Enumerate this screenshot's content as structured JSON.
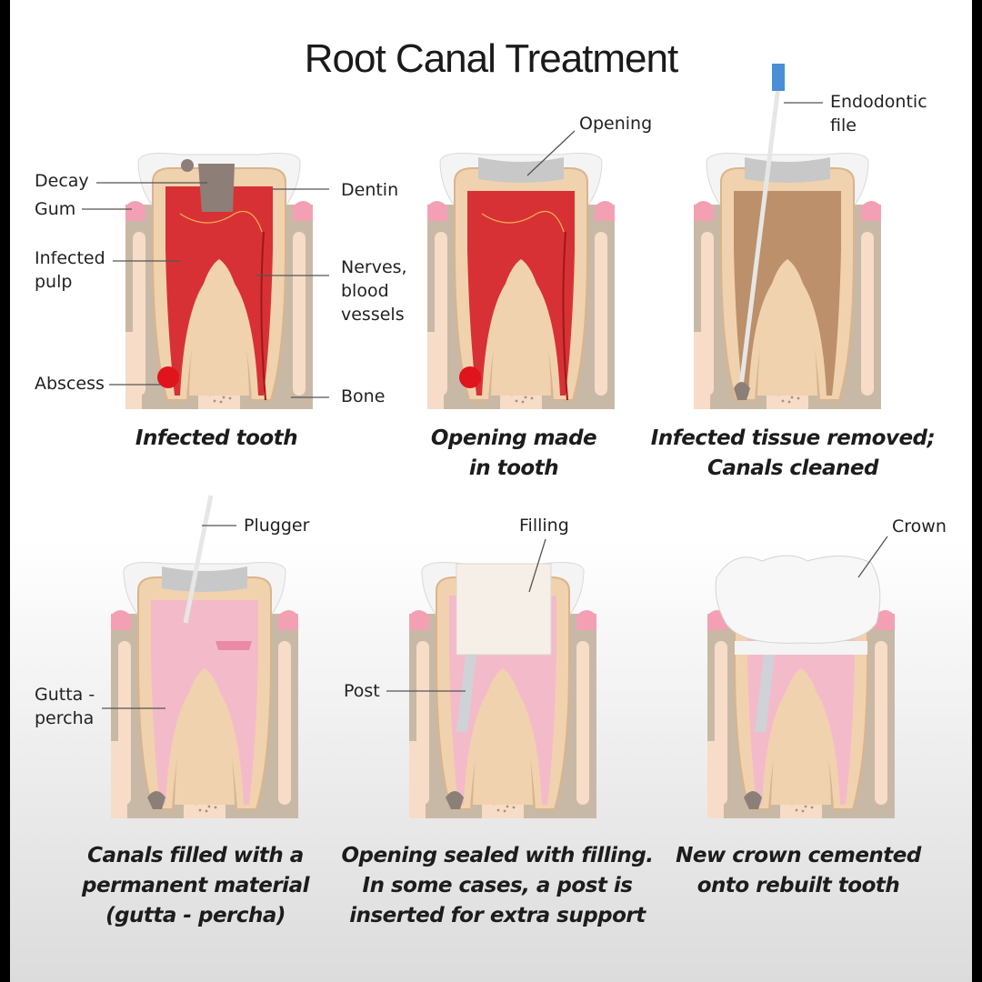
{
  "title": "Root Canal Treatment",
  "colors": {
    "gum": "#f4a0b4",
    "bone": "#f7dcc8",
    "bone_edge": "#c8b9a6",
    "dentin": "#f1d2ae",
    "enamel": "#f4f4f4",
    "pulp_infected": "#d6232a",
    "decay": "#8e7e78",
    "gutta_percha": "#f3b9cc",
    "cleaned_canal": "#b68a64",
    "opening_grey": "#c8c8c8",
    "file_blue": "#4a8fd6",
    "background_top": "#ffffff",
    "background_bottom": "#dcdcdc"
  },
  "panels": [
    {
      "id": "infected",
      "caption": [
        "Infected tooth"
      ],
      "labels": {
        "decay": "Decay",
        "gum": "Gum",
        "infected_pulp": [
          "Infected",
          "pulp"
        ],
        "abscess": "Abscess",
        "dentin": "Dentin",
        "nerves": [
          "Nerves,",
          "blood",
          "vessels"
        ],
        "bone": "Bone"
      }
    },
    {
      "id": "opening",
      "caption": [
        "Opening made",
        "in tooth"
      ],
      "labels": {
        "opening": "Opening"
      }
    },
    {
      "id": "cleaned",
      "caption": [
        "Infected tissue removed;",
        "Canals cleaned"
      ],
      "labels": {
        "file": [
          "Endodontic",
          "file"
        ]
      }
    },
    {
      "id": "filled",
      "caption": [
        "Canals filled with a",
        "permanent material",
        "(gutta - percha)"
      ],
      "labels": {
        "plugger": "Plugger",
        "gutta": [
          "Gutta -",
          "percha"
        ]
      }
    },
    {
      "id": "sealed",
      "caption": [
        "Opening sealed with filling.",
        "In some cases, a post is",
        "inserted for extra support"
      ],
      "labels": {
        "filling": "Filling",
        "post": "Post"
      }
    },
    {
      "id": "crown",
      "caption": [
        "New crown cemented",
        "onto rebuilt tooth"
      ],
      "labels": {
        "crown": "Crown"
      }
    }
  ]
}
